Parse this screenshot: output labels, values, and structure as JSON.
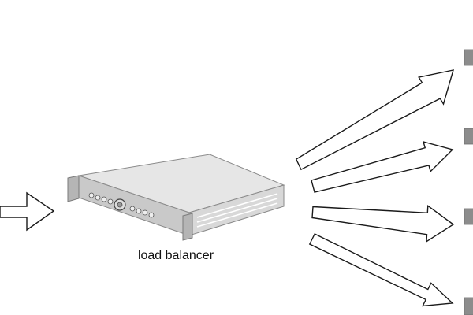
{
  "diagram": {
    "type": "load-balancer",
    "load_balancer_label": "load balancer",
    "incoming_arrows": 1,
    "outgoing_arrows": 4,
    "backend_servers_visible": 4
  },
  "colors": {
    "background": "#ffffff",
    "arrow_stroke": "#1a1a1a",
    "arrow_fill": "#ffffff",
    "server_top": "#e6e6e6",
    "server_front": "#c9c9c9",
    "server_side": "#d8d8d8",
    "server_edge": "#8a8a8a",
    "backend_block": "#8c8c8c"
  },
  "icons": {
    "appliance": "load-balancer-appliance-icon",
    "power_button": "power-button-icon"
  }
}
